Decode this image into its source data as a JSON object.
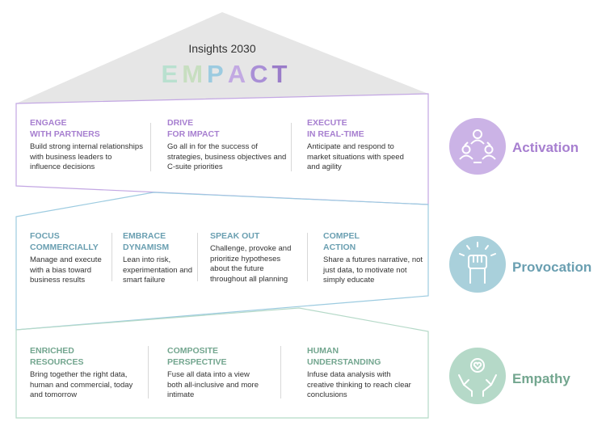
{
  "header": {
    "title": "Insights 2030",
    "brand_letters": [
      {
        "char": "E",
        "color": "#b9e0cf"
      },
      {
        "char": "M",
        "color": "#c7dec0"
      },
      {
        "char": "P",
        "color": "#9ccbe0"
      },
      {
        "char": "A",
        "color": "#c2a9e2"
      },
      {
        "char": "C",
        "color": "#a98fd6"
      },
      {
        "char": "T",
        "color": "#9a7cc9"
      }
    ]
  },
  "colors": {
    "activation": "#a77fd0",
    "activation_circle": "#cbb3e6",
    "provocation": "#6a9fb1",
    "provocation_circle": "#a9d0db",
    "empathy": "#73a68f",
    "empathy_circle": "#b5d9c8",
    "roof": "#e6e6e6"
  },
  "activation": {
    "label": "Activation",
    "icon": "people-network-icon",
    "items": [
      {
        "heading": "ENGAGE\nWITH PARTNERS",
        "body": "Build strong internal relationships\nwith business leaders to\ninfluence decisions"
      },
      {
        "heading": "DRIVE\nFOR IMPACT",
        "body": "Go all in for the success of\nstrategies, business objectives and\nC-suite priorities"
      },
      {
        "heading": "EXECUTE\nIN REAL-TIME",
        "body": "Anticipate and respond to\nmarket situations with speed\nand agility"
      }
    ]
  },
  "provocation": {
    "label": "Provocation",
    "icon": "raised-fist-icon",
    "items": [
      {
        "heading": "FOCUS\nCOMMERCIALLY",
        "body": "Manage and execute\nwith a bias toward\nbusiness results"
      },
      {
        "heading": "EMBRACE\nDYNAMISM",
        "body": "Lean into risk,\nexperimentation and\nsmart failure"
      },
      {
        "heading": "SPEAK OUT",
        "body": "Challenge, provoke and\nprioritize hypotheses\nabout the future\nthroughout all planning"
      },
      {
        "heading": "COMPEL\nACTION",
        "body": "Share a futures narrative, not\njust data, to motivate not\nsimply educate"
      }
    ]
  },
  "empathy": {
    "label": "Empathy",
    "icon": "hands-heart-icon",
    "items": [
      {
        "heading": "ENRICHED\nRESOURCES",
        "body": "Bring together the right data,\nhuman and commercial, today\nand tomorrow"
      },
      {
        "heading": "COMPOSITE\nPERSPECTIVE",
        "body": "Fuse all data into a view\nboth all-inclusive and more\nintimate"
      },
      {
        "heading": "HUMAN\nUNDERSTANDING",
        "body": "Infuse data analysis with\ncreative thinking to reach clear\nconclusions"
      }
    ]
  }
}
